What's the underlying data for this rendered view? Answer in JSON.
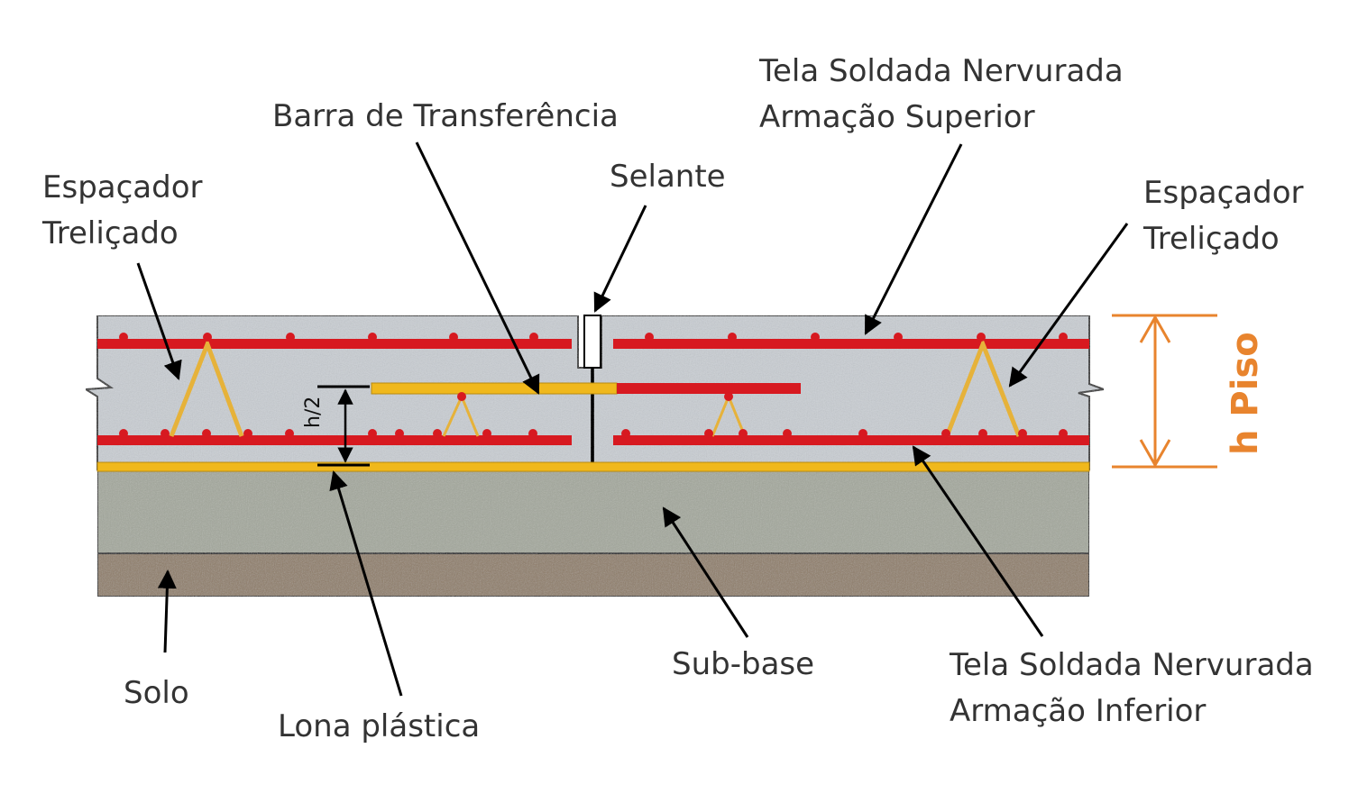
{
  "labels": {
    "espacador_left": [
      "Espaçador",
      "Treliçado"
    ],
    "barra": "Barra de Transferência",
    "selante": "Selante",
    "tela_superior": [
      "Tela Soldada Nervurada",
      "Armação Superior"
    ],
    "espacador_right": [
      "Espaçador",
      "Treliçado"
    ],
    "solo": "Solo",
    "lona": "Lona plástica",
    "subbase": "Sub-base",
    "tela_inferior": [
      "Tela Soldada Nervurada",
      "Armação Inferior"
    ],
    "h_half": "h/2",
    "h_piso": "h Piso"
  },
  "colors": {
    "concrete": "#c9ced3",
    "subbase": "#a3a79b",
    "soil": "#8e7b66",
    "rebar_red": "#d71920",
    "rebar_yellow": "#f0b81c",
    "dimension_orange": "#e8842e",
    "text": "#333333"
  }
}
